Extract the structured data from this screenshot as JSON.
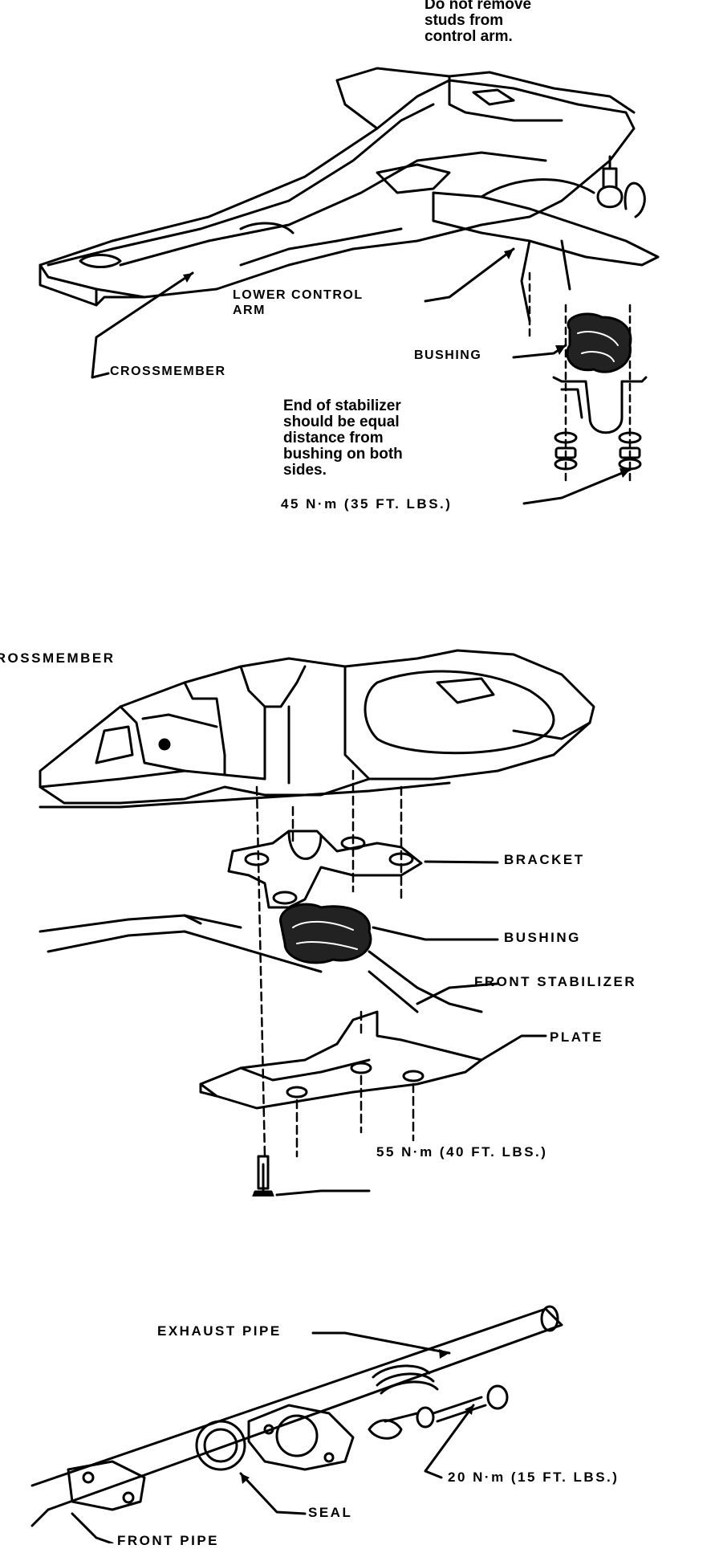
{
  "figure1": {
    "note_top": [
      "Do not remove",
      "studs from",
      "control arm."
    ],
    "lower_control_arm": [
      "LOWER CONTROL",
      "ARM"
    ],
    "crossmember": "CROSSMEMBER",
    "bushing": "BUSHING",
    "note_stabilizer": [
      "End of stabilizer",
      "should be equal",
      "distance from",
      "bushing on both",
      "sides."
    ],
    "torque": "45 N·m (35 FT. LBS.)"
  },
  "figure2": {
    "crossmember": "CROSSMEMBER",
    "bracket": "BRACKET",
    "bushing": "BUSHING",
    "front_stabilizer": "FRONT STABILIZER",
    "plate": "PLATE",
    "torque": "55 N·m (40 FT. LBS.)"
  },
  "figure3": {
    "exhaust_pipe": "EXHAUST PIPE",
    "torque": "20 N·m (15 FT. LBS.)",
    "seal": "SEAL",
    "front_pipe": "FRONT PIPE"
  }
}
